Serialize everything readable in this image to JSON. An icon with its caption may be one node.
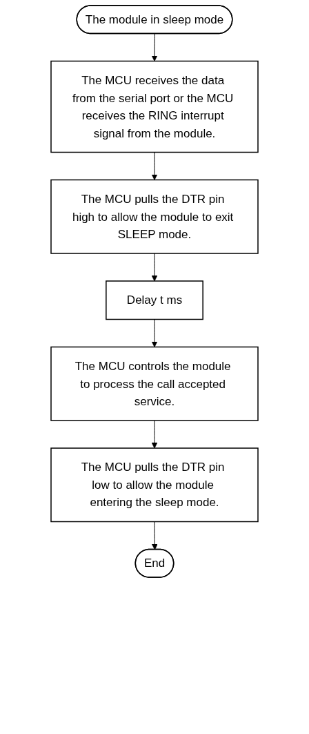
{
  "diagram": {
    "nodes": [
      {
        "text": [
          "The module in sleep mode"
        ]
      },
      {
        "text": [
          "The MCU receives the data from the serial port or the MCU receives the RING interrupt signal from the module."
        ]
      },
      {
        "text": [
          "The MCU pulls the DTR pin high to allow the module to exit SLEEP mode."
        ]
      },
      {
        "text": [
          "Delay t ms"
        ]
      },
      {
        "text": [
          "The MCU controls the module to process the call accepted service."
        ]
      },
      {
        "text": [
          "The MCU pulls the DTR pin low to allow the module entering the sleep mode."
        ]
      },
      {
        "text": [
          "End"
        ]
      }
    ],
    "edges": [
      {
        "from": 0,
        "to": 1,
        "arrow": "to"
      },
      {
        "from": 1,
        "to": 2,
        "arrow": "to"
      },
      {
        "from": 2,
        "to": 3,
        "arrow": "to"
      },
      {
        "from": 3,
        "to": 4,
        "arrow": "to"
      },
      {
        "from": 4,
        "to": 5,
        "arrow": "to"
      },
      {
        "from": 5,
        "to": 6,
        "arrow": "to"
      }
    ]
  }
}
